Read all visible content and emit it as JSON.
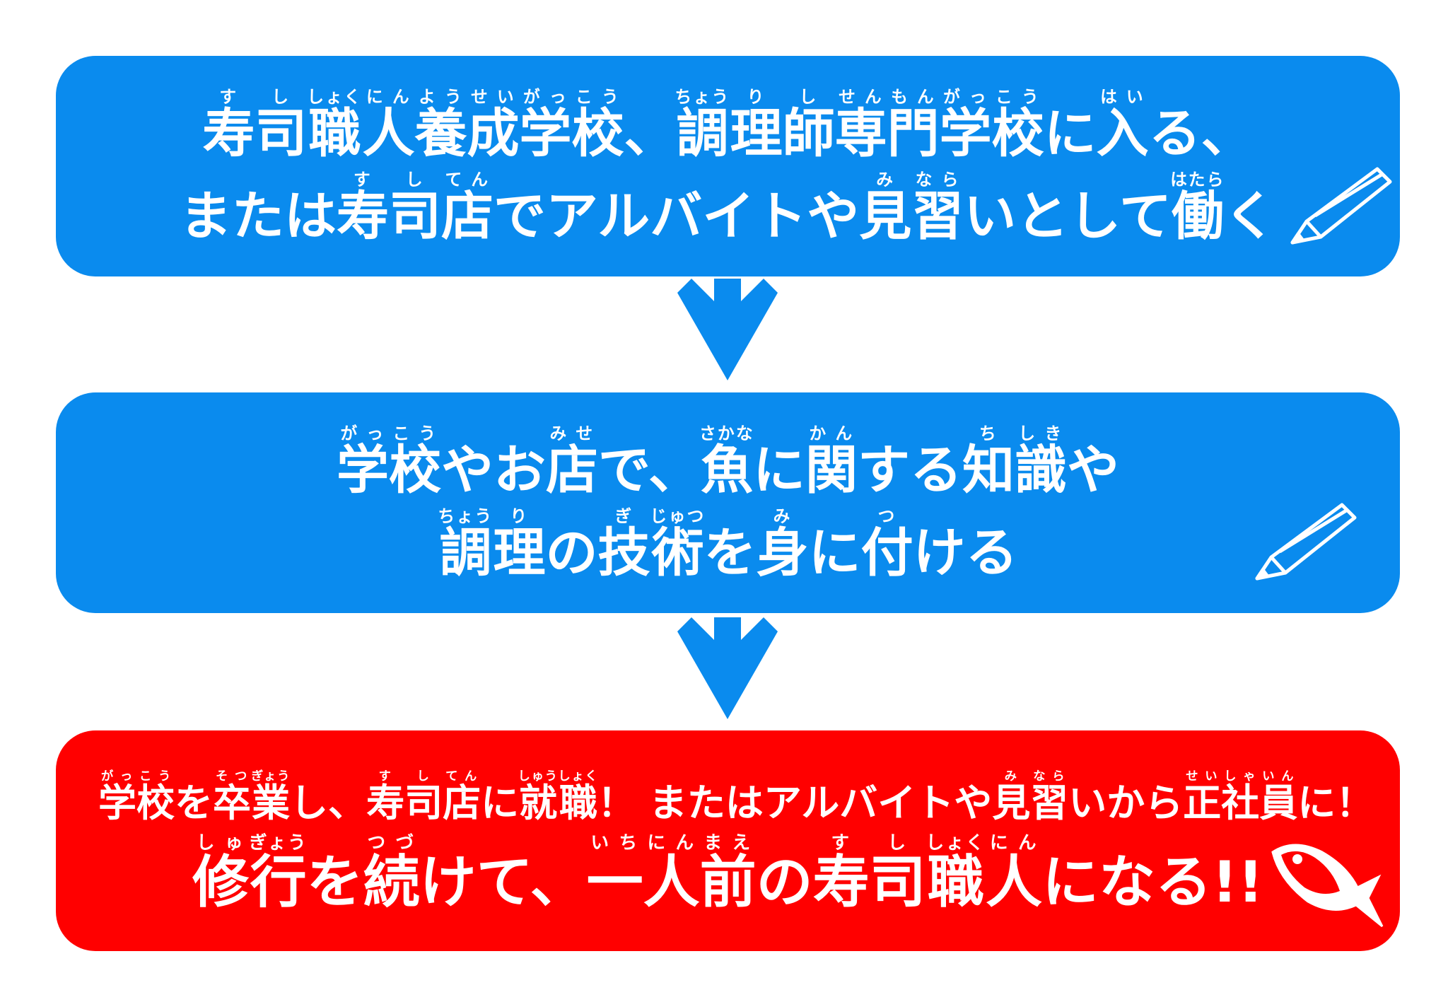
{
  "steps": [
    {
      "color": "#0a8bee",
      "icon": "pencil-icon",
      "lines": [
        [
          [
            "寿",
            "す"
          ],
          [
            "司",
            "し"
          ],
          [
            "職",
            "しょく"
          ],
          [
            "人",
            "にん"
          ],
          [
            "養",
            "よう"
          ],
          [
            "成",
            "せい"
          ],
          [
            "学",
            "がっ"
          ],
          [
            "校",
            "こう"
          ],
          [
            "、",
            ""
          ],
          [
            "調",
            "ちょう"
          ],
          [
            "理",
            "り"
          ],
          [
            "師",
            "し"
          ],
          [
            "専",
            "せん"
          ],
          [
            "門",
            "もん"
          ],
          [
            "学",
            "がっ"
          ],
          [
            "校",
            "こう"
          ],
          [
            "に",
            ""
          ],
          [
            "入",
            "はい"
          ],
          [
            "る、",
            ""
          ]
        ],
        [
          [
            "または",
            ""
          ],
          [
            "寿",
            "す"
          ],
          [
            "司",
            "し"
          ],
          [
            "店",
            "てん"
          ],
          [
            "でアルバイトや",
            ""
          ],
          [
            "見",
            "み"
          ],
          [
            "習",
            "なら"
          ],
          [
            "いとして",
            ""
          ],
          [
            "働",
            "はたら"
          ],
          [
            "く",
            ""
          ]
        ]
      ]
    },
    {
      "color": "#0a8bee",
      "icon": "pencil-icon",
      "lines": [
        [
          [
            "学",
            "がっ"
          ],
          [
            "校",
            "こう"
          ],
          [
            "やお",
            ""
          ],
          [
            "店",
            "みせ"
          ],
          [
            "で、",
            ""
          ],
          [
            "魚",
            "さかな"
          ],
          [
            "に",
            ""
          ],
          [
            "関",
            "かん"
          ],
          [
            "する",
            ""
          ],
          [
            "知",
            "ち"
          ],
          [
            "識",
            "しき"
          ],
          [
            "や",
            ""
          ]
        ],
        [
          [
            "調",
            "ちょう"
          ],
          [
            "理",
            "り"
          ],
          [
            "の",
            ""
          ],
          [
            "技",
            "ぎ"
          ],
          [
            "術",
            "じゅつ"
          ],
          [
            "を",
            ""
          ],
          [
            "身",
            "み"
          ],
          [
            "に",
            ""
          ],
          [
            "付",
            "つ"
          ],
          [
            "ける",
            ""
          ]
        ]
      ]
    },
    {
      "color": "#ff0000",
      "icon": "fish-icon",
      "lines": [
        [
          [
            "学",
            "がっ"
          ],
          [
            "校",
            "こう"
          ],
          [
            "を",
            ""
          ],
          [
            "卒",
            "そつ"
          ],
          [
            "業",
            "ぎょう"
          ],
          [
            "し、",
            ""
          ],
          [
            "寿",
            "す"
          ],
          [
            "司",
            "し"
          ],
          [
            "店",
            "てん"
          ],
          [
            "に",
            ""
          ],
          [
            "就",
            "しゅう"
          ],
          [
            "職",
            "しょく"
          ],
          [
            "！ またはアルバイトや",
            ""
          ],
          [
            "見",
            "み"
          ],
          [
            "習",
            "なら"
          ],
          [
            "いから",
            ""
          ],
          [
            "正",
            "せい"
          ],
          [
            "社",
            "しゃ"
          ],
          [
            "員",
            "いん"
          ],
          [
            "に！",
            ""
          ]
        ],
        [
          [
            "修",
            "しゅ"
          ],
          [
            "行",
            "ぎょう"
          ],
          [
            "を",
            ""
          ],
          [
            "続",
            "つづ"
          ],
          [
            "けて、",
            ""
          ],
          [
            "一",
            "いち"
          ],
          [
            "人",
            "にん"
          ],
          [
            "前",
            "まえ"
          ],
          [
            "の",
            ""
          ],
          [
            "寿",
            "す"
          ],
          [
            "司",
            "し"
          ],
          [
            "職",
            "しょく"
          ],
          [
            "人",
            "にん"
          ],
          [
            "になる!!",
            ""
          ]
        ]
      ]
    }
  ]
}
